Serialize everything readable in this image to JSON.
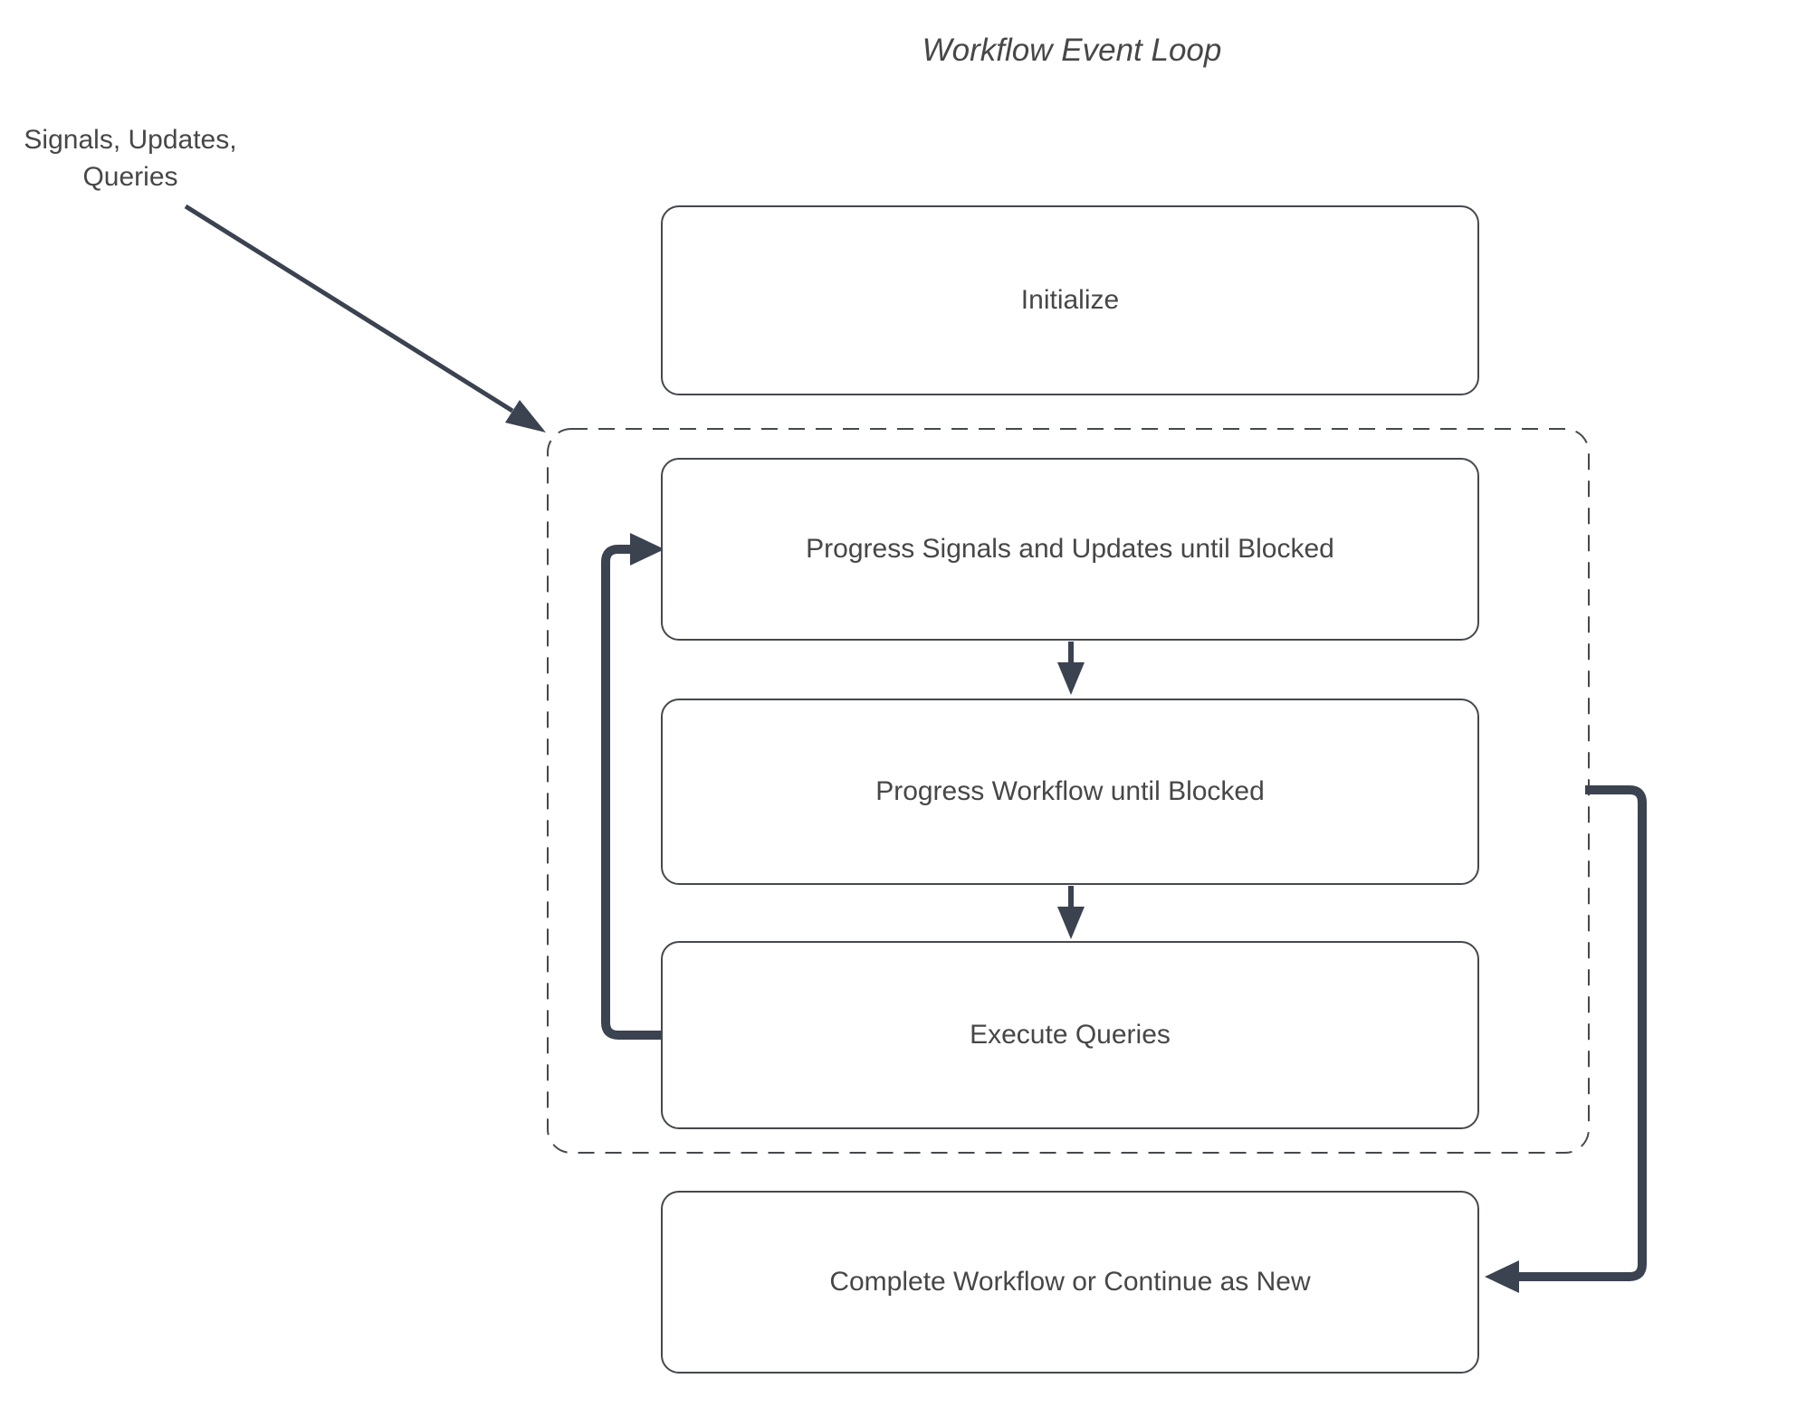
{
  "title": "Workflow Event Loop",
  "annotations": {
    "input_label": "Signals, Updates, Queries"
  },
  "nodes": [
    {
      "id": "initialize",
      "label": "Initialize"
    },
    {
      "id": "progress-signals",
      "label": "Progress Signals and Updates until Blocked"
    },
    {
      "id": "progress-workflow",
      "label": "Progress Workflow until Blocked"
    },
    {
      "id": "execute-queries",
      "label": "Execute Queries"
    },
    {
      "id": "complete",
      "label": "Complete Workflow or Continue as New"
    }
  ],
  "groups": [
    {
      "id": "event-loop-group",
      "style": "dashed",
      "contains": [
        "progress-signals",
        "progress-workflow",
        "execute-queries"
      ]
    }
  ],
  "edges": [
    {
      "from": "annotation:input_label",
      "to": "event-loop-group",
      "style": "thin-diagonal-arrow"
    },
    {
      "from": "progress-signals",
      "to": "progress-workflow",
      "style": "short-down-arrow"
    },
    {
      "from": "progress-workflow",
      "to": "execute-queries",
      "style": "short-down-arrow"
    },
    {
      "from": "execute-queries",
      "to": "progress-signals",
      "style": "thick-loop-left"
    },
    {
      "from": "event-loop-group",
      "to": "complete",
      "style": "thick-elbow-right"
    }
  ],
  "colors": {
    "stroke": "#3b4250",
    "border": "#45484e",
    "text": "#474747",
    "background": "#ffffff"
  }
}
